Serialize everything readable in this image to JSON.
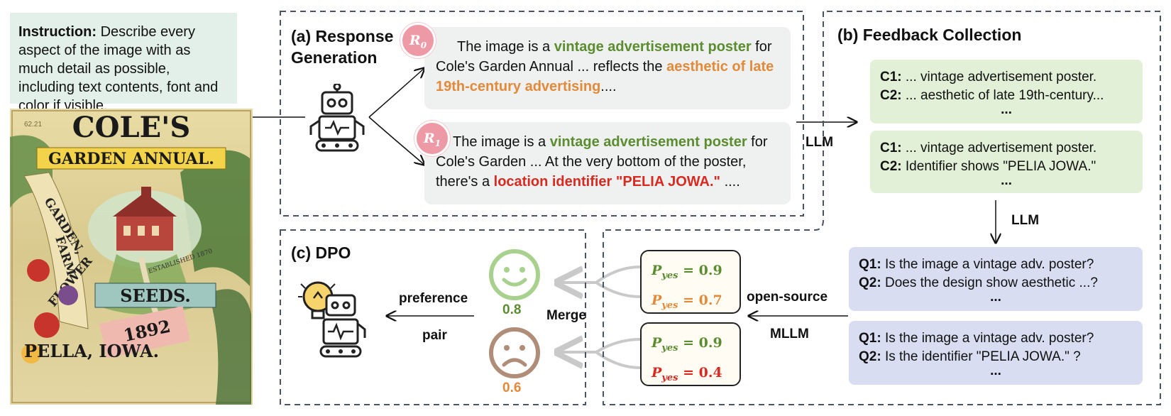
{
  "instruction": {
    "label": "Instruction:",
    "text": "Describe every aspect of the image with as much detail as possible, including text contents, font and color if visible."
  },
  "poster": {
    "title": "COLE'S",
    "subtitle": "GARDEN ANNUAL.",
    "ribbon_words": [
      "GARDEN,",
      "FARM",
      "FLOWER"
    ],
    "seeds": "SEEDS.",
    "year": "1892",
    "established": "ESTABLISHED 1870",
    "location": "PELLA, IOWA.",
    "corner_note": "62.21"
  },
  "section_a": {
    "title": "(a)  Response Generation",
    "r0": {
      "badge": "R",
      "badge_sub": "0",
      "parts": [
        {
          "t": "The image is a ",
          "c": ""
        },
        {
          "t": "vintage advertisement poster",
          "c": "green"
        },
        {
          "t": " for Cole's Garden Annual ... reflects the ",
          "c": ""
        },
        {
          "t": "aesthetic of late 19th-century advertising",
          "c": "orange"
        },
        {
          "t": "....",
          "c": ""
        }
      ]
    },
    "r1": {
      "badge": "R",
      "badge_sub": "1",
      "parts": [
        {
          "t": "The image is a ",
          "c": ""
        },
        {
          "t": "vintage advertisement poster",
          "c": "green"
        },
        {
          "t": " for Cole's Garden ... At the very bottom of the poster, there's a ",
          "c": ""
        },
        {
          "t": "location identifier \"PELIA JOWA.\"",
          "c": "red"
        },
        {
          "t": " ....",
          "c": ""
        }
      ]
    }
  },
  "section_b": {
    "title": "(b) Feedback Collection",
    "llm_label_1": "LLM",
    "llm_label_2": "LLM",
    "claims_0": [
      {
        "k": "C1:",
        "v": " ... vintage advertisement poster."
      },
      {
        "k": "C2:",
        "v": " ... aesthetic of late 19th-century..."
      }
    ],
    "claims_0_more": "...",
    "claims_1": [
      {
        "k": "C1:",
        "v": " ... vintage advertisement poster."
      },
      {
        "k": "C2:",
        "v": " Identifier shows \"PELIA JOWA.\""
      }
    ],
    "claims_1_more": "...",
    "questions_0": [
      {
        "k": "Q1:",
        "v": " Is the image a vintage adv. poster?"
      },
      {
        "k": "Q2:",
        "v": " Does the design show aesthetic ...?"
      }
    ],
    "questions_0_more": "...",
    "questions_1": [
      {
        "k": "Q1:",
        "v": " Is the image a vintage adv. poster?"
      },
      {
        "k": "Q2:",
        "v": " Is the identifier \"PELIA JOWA.\" ?"
      }
    ],
    "questions_1_more": "...",
    "mllm_label_1": "open-source",
    "mllm_label_2": "MLLM"
  },
  "section_c": {
    "title": "(c) DPO",
    "pref_label_1": "preference",
    "pref_label_2": "pair",
    "merge_label": "Merge",
    "p_symbol": "P",
    "p_sub": "yes",
    "box_0": [
      {
        "val": "= 0.9",
        "color": "#5b8d30"
      },
      {
        "val": "= 0.7",
        "color": "#e38a3a"
      }
    ],
    "box_1": [
      {
        "val": "= 0.9",
        "color": "#5b8d30"
      },
      {
        "val": "= 0.4",
        "color": "#d92a22"
      }
    ],
    "happy_score": "0.8",
    "sad_score": "0.6",
    "colors": {
      "happy": "#a9d18e",
      "sad": "#b08d78",
      "happy_text": "#5b8d30",
      "sad_text": "#e38a3a"
    }
  }
}
